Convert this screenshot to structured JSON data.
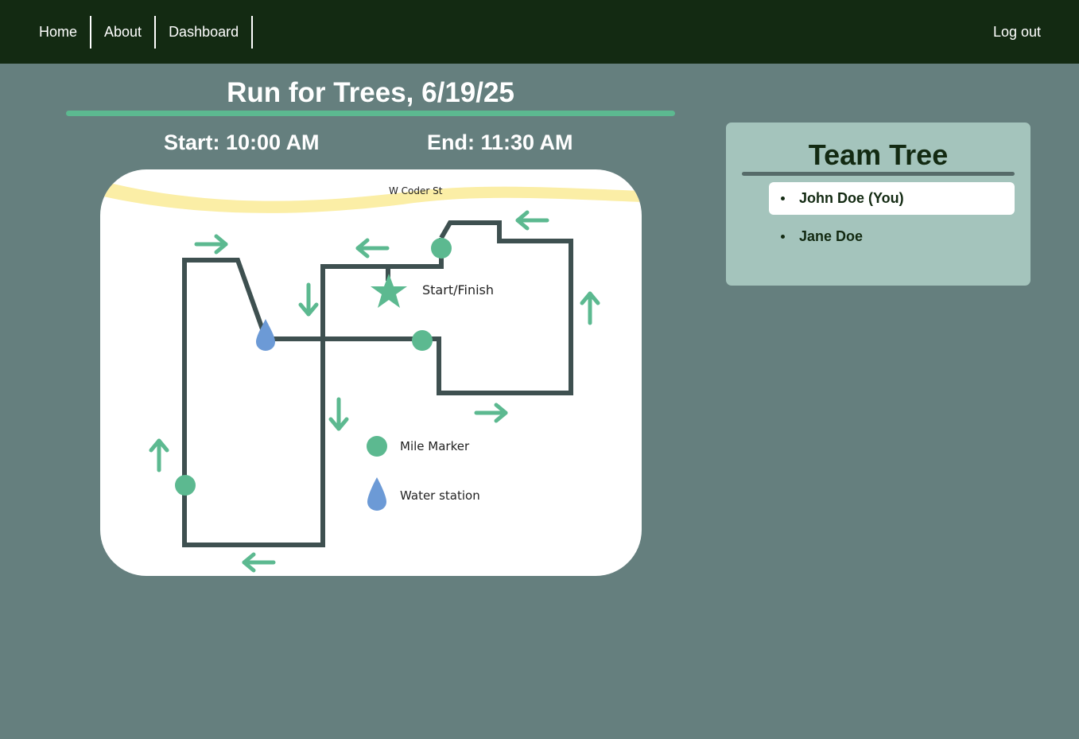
{
  "nav": {
    "links": [
      "Home",
      "About",
      "Dashboard"
    ],
    "logout_label": "Log out"
  },
  "event": {
    "title": "Run for Trees, 6/19/25",
    "start": "Start: 10:00 AM",
    "end": "End: 11:30 AM"
  },
  "map": {
    "street_label": "W Coder St",
    "start_finish_label": "Start/Finish",
    "legend": {
      "mile_marker_label": "Mile Marker",
      "water_station_label": "Water station"
    },
    "colors": {
      "route": "#3e5050",
      "marker": "#5cb990",
      "water": "#6c9ad6",
      "street": "#fbeea6"
    }
  },
  "team": {
    "title": "Team Tree",
    "members": [
      "John Doe (You)",
      "Jane Doe"
    ],
    "selected_index": 0
  },
  "colors": {
    "navbar": "#132a12",
    "page_background": "#657f7e",
    "accent": "#5cb990",
    "panel": "#a4c4bc"
  }
}
